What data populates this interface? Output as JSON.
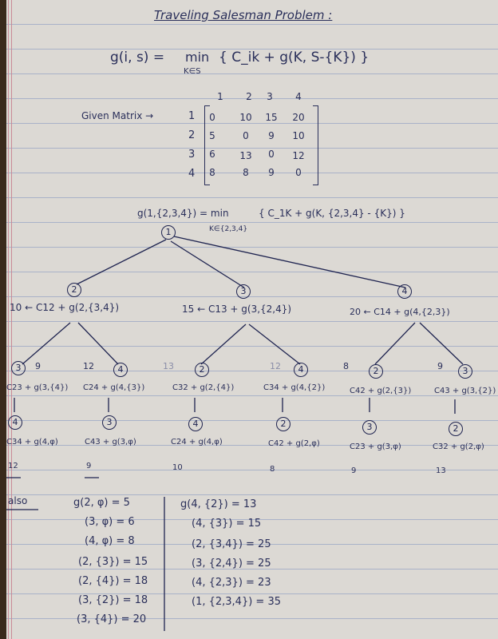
{
  "title": "Traveling Salesman Problem :",
  "formula": {
    "lhs": "g(i, s) =",
    "min": "min",
    "sub": "K∈S",
    "rhs": "{ C_ik + g(K, S-{K}) }"
  },
  "matrix": {
    "label": "Given Matrix →",
    "col_headers": [
      "1",
      "2",
      "3",
      "4"
    ],
    "row_headers": [
      "1",
      "2",
      "3",
      "4"
    ],
    "rows": [
      [
        "0",
        "10",
        "15",
        "20"
      ],
      [
        "5",
        "0",
        "9",
        "10"
      ],
      [
        "6",
        "13",
        "0",
        "12"
      ],
      [
        "8",
        "8",
        "9",
        "0"
      ]
    ]
  },
  "root_eq": {
    "lhs": "g(1,{2,3,4}) = min",
    "sub": "K∈{2,3,4}",
    "rhs": "{ C_1K + g(K, {2,3,4} - {K}) }"
  },
  "tree": {
    "root": "1",
    "level1": [
      {
        "node": "2",
        "expr": "10 ← C12 + g(2,{3,4})"
      },
      {
        "node": "3",
        "expr": "15 ← C13 + g(3,{2,4})"
      },
      {
        "node": "4",
        "expr": "20 ← C14 + g(4,{2,3})"
      }
    ],
    "level2": [
      {
        "node": "3",
        "mark": "9",
        "expr": "C23 + g(3,{4})",
        "next": "4",
        "calc": "C34 + g(4,φ)",
        "val": "12"
      },
      {
        "node": "4",
        "mark": "12",
        "expr": "C24 + g(4,{3})",
        "next": "3",
        "calc": "C43 + g(3,φ)",
        "val": "9"
      },
      {
        "node": "2",
        "mark": "13",
        "expr": "C32 + g(2,{4})",
        "next": "4",
        "calc": "C24 + g(4,φ)",
        "val": "10"
      },
      {
        "node": "4",
        "mark": "12",
        "expr": "C34 + g(4,{2})",
        "next": "2",
        "calc": "C42 + g(2,φ)",
        "val": "8"
      },
      {
        "node": "2",
        "mark": "8",
        "expr": "C42 + g(2,{3})",
        "next": "3",
        "calc": "C23 + g(3,φ)",
        "val": "9"
      },
      {
        "node": "3",
        "mark": "9",
        "expr": "C43 + g(3,{2})",
        "next": "2",
        "calc": "C32 + g(2,φ)",
        "val": "13"
      }
    ]
  },
  "also": {
    "label": "also",
    "left": [
      "g(2, φ)  =  5",
      "(3, φ)  =  6",
      "(4, φ)  =  8",
      "(2, {3})  =  15",
      "(2, {4})  =  18",
      "(3, {2})  =  18",
      "(3, {4})  =  20"
    ],
    "right": [
      "g(4, {2})  =  13",
      "(4, {3})  =  15",
      "(2, {3,4})  =  25",
      "(3, {2,4})  =  25",
      "(4, {2,3})  =  23",
      "(1, {2,3,4})  =  35"
    ]
  }
}
